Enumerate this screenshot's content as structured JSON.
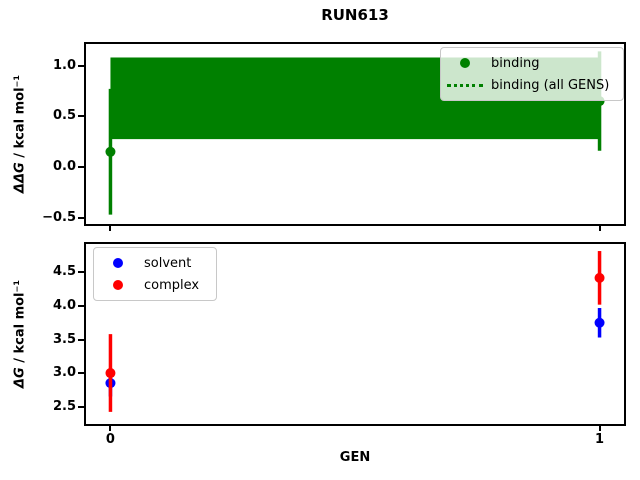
{
  "title": "RUN613",
  "colors": {
    "binding_green": "#008000",
    "solvent_blue": "#0000ff",
    "complex_red": "#ff0000",
    "axes_black": "#000000",
    "figure_bg": "#ffffff"
  },
  "chart_data": [
    {
      "type": "scatter",
      "subtype": "errorbar",
      "panel": "top",
      "title": "RUN613",
      "xlabel": "",
      "ylabel": "ΔΔG / kcal mol⁻¹",
      "ylabel_math": "ΔΔG",
      "ylabel_rest": " / kcal mol⁻¹",
      "xlim": [
        -0.05,
        1.05
      ],
      "ylim": [
        -0.562,
        1.213
      ],
      "grid": false,
      "yticks": [
        1.0,
        0.5,
        0.0,
        -0.5
      ],
      "yticklabels": [
        "1.0",
        "0.5",
        "0.0",
        "−0.5"
      ],
      "xticks": [
        0,
        1
      ],
      "xticklabels": [
        "",
        ""
      ],
      "band": {
        "name": "binding (all GENS)",
        "color": "#008000",
        "x": [
          0,
          1
        ],
        "center": 0.68,
        "y_low": 0.275,
        "y_high": 1.08
      },
      "series": [
        {
          "name": "binding",
          "color": "#008000",
          "x": [
            0,
            1
          ],
          "y": [
            0.15,
            0.65
          ],
          "yerr": [
            0.62,
            0.49
          ]
        }
      ],
      "legend": {
        "loc": "upper right",
        "entries": [
          {
            "label": "binding",
            "glyph": "dot",
            "color": "#008000"
          },
          {
            "label": "binding (all GENS)",
            "glyph": "dotted-line",
            "color": "#008000"
          }
        ]
      }
    },
    {
      "type": "scatter",
      "subtype": "errorbar",
      "panel": "bottom",
      "xlabel": "GEN",
      "ylabel": "ΔG / kcal mol⁻¹",
      "ylabel_math": "ΔG",
      "ylabel_rest": " / kcal mol⁻¹",
      "xlim": [
        -0.05,
        1.05
      ],
      "ylim": [
        2.24,
        4.925
      ],
      "grid": false,
      "yticks": [
        4.5,
        4.0,
        3.5,
        3.0,
        2.5
      ],
      "yticklabels": [
        "4.5",
        "4.0",
        "3.5",
        "3.0",
        "2.5"
      ],
      "xticks": [
        0,
        1
      ],
      "xticklabels": [
        "0",
        "1"
      ],
      "series": [
        {
          "name": "solvent",
          "color": "#0000ff",
          "x": [
            0,
            1
          ],
          "y": [
            2.85,
            3.75
          ],
          "yerr": [
            0.2,
            0.22
          ]
        },
        {
          "name": "complex",
          "color": "#ff0000",
          "x": [
            0,
            1
          ],
          "y": [
            3.0,
            4.42
          ],
          "yerr": [
            0.58,
            0.4
          ]
        }
      ],
      "legend": {
        "loc": "upper left",
        "entries": [
          {
            "label": "solvent",
            "glyph": "dot",
            "color": "#0000ff"
          },
          {
            "label": "complex",
            "glyph": "dot",
            "color": "#ff0000"
          }
        ]
      }
    }
  ]
}
